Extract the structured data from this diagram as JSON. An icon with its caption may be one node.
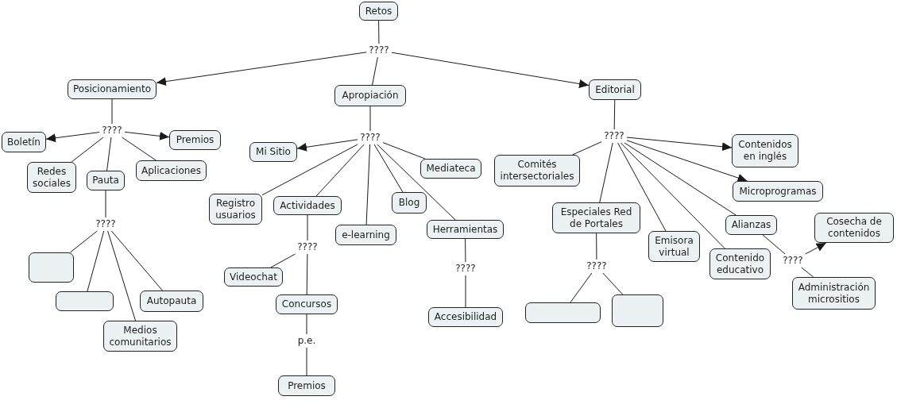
{
  "diagram": {
    "nodes": [
      {
        "text": [
          "Retos"
        ]
      },
      {
        "text": [
          "????"
        ]
      },
      {
        "text": [
          "Posicionamiento"
        ]
      },
      {
        "text": [
          "Apropiación"
        ]
      },
      {
        "text": [
          "Editorial"
        ]
      },
      {
        "text": [
          "????"
        ]
      },
      {
        "text": [
          "Boletín"
        ]
      },
      {
        "text": [
          "Premios"
        ]
      },
      {
        "text": [
          "Redes sociales"
        ]
      },
      {
        "text": [
          "Pauta"
        ]
      },
      {
        "text": [
          "Aplicaciones"
        ]
      },
      {
        "text": [
          "????"
        ]
      },
      {
        "text": [],
        "shape": "box"
      },
      {
        "text": [],
        "shape": "box"
      },
      {
        "text": [
          "Medios comunitarios"
        ]
      },
      {
        "text": [
          "Autopauta"
        ]
      },
      {
        "text": [
          "????"
        ]
      },
      {
        "text": [
          "Mi Sitio"
        ]
      },
      {
        "text": [
          "Mediateca"
        ]
      },
      {
        "text": [
          "Registro usuarios"
        ]
      },
      {
        "text": [
          "Actividades"
        ]
      },
      {
        "text": [
          "Blog"
        ]
      },
      {
        "text": [
          "e-learning"
        ]
      },
      {
        "text": [
          "Herramientas"
        ]
      },
      {
        "text": [
          "????"
        ]
      },
      {
        "text": [
          "Videochat"
        ]
      },
      {
        "text": [
          "Concursos"
        ]
      },
      {
        "text": [
          "p.e."
        ]
      },
      {
        "text": [
          "Premios"
        ]
      },
      {
        "text": [
          "????"
        ]
      },
      {
        "text": [
          "Accesibilidad"
        ]
      },
      {
        "text": [
          "????"
        ]
      },
      {
        "text": [
          "Comités intersectoriales"
        ]
      },
      {
        "text": [
          "Contenidos en inglés"
        ]
      },
      {
        "text": [
          "Microprogramas"
        ]
      },
      {
        "text": [
          "Especiales Red de Portales"
        ]
      },
      {
        "text": [
          "Emisora virtual"
        ]
      },
      {
        "text": [
          "Contenido educativo"
        ]
      },
      {
        "text": [
          "Alianzas"
        ]
      },
      {
        "text": [
          "????"
        ]
      },
      {
        "text": [
          "Cosecha de contenidos"
        ]
      },
      {
        "text": [
          "Administración micrositios"
        ]
      },
      {
        "text": [
          "????"
        ]
      },
      {
        "text": [],
        "shape": "box"
      },
      {
        "text": [],
        "shape": "box"
      }
    ],
    "edges": [
      {
        "from": 0,
        "to": 1,
        "arrow": "none"
      },
      {
        "from": 1,
        "to": 2,
        "arrow": "to"
      },
      {
        "from": 1,
        "to": 3,
        "arrow": "none"
      },
      {
        "from": 1,
        "to": 4,
        "arrow": "to"
      },
      {
        "from": 2,
        "to": 5,
        "arrow": "none"
      },
      {
        "from": 5,
        "to": 6,
        "arrow": "to"
      },
      {
        "from": 5,
        "to": 7,
        "arrow": "to"
      },
      {
        "from": 5,
        "to": 8,
        "arrow": "none"
      },
      {
        "from": 5,
        "to": 9,
        "arrow": "none"
      },
      {
        "from": 5,
        "to": 10,
        "arrow": "none"
      },
      {
        "from": 9,
        "to": 11,
        "arrow": "none"
      },
      {
        "from": 11,
        "to": 12,
        "arrow": "none"
      },
      {
        "from": 11,
        "to": 13,
        "arrow": "none"
      },
      {
        "from": 11,
        "to": 14,
        "arrow": "none"
      },
      {
        "from": 11,
        "to": 15,
        "arrow": "none"
      },
      {
        "from": 3,
        "to": 16,
        "arrow": "none"
      },
      {
        "from": 16,
        "to": 17,
        "arrow": "to"
      },
      {
        "from": 16,
        "to": 19,
        "arrow": "none"
      },
      {
        "from": 16,
        "to": 20,
        "arrow": "none"
      },
      {
        "from": 16,
        "to": 22,
        "arrow": "none"
      },
      {
        "from": 16,
        "to": 21,
        "arrow": "none"
      },
      {
        "from": 16,
        "to": 23,
        "arrow": "none"
      },
      {
        "from": 16,
        "to": 18,
        "arrow": "none"
      },
      {
        "from": 20,
        "to": 24,
        "arrow": "none"
      },
      {
        "from": 24,
        "to": 25,
        "arrow": "none"
      },
      {
        "from": 24,
        "to": 26,
        "arrow": "none"
      },
      {
        "from": 26,
        "to": 27,
        "arrow": "none"
      },
      {
        "from": 27,
        "to": 28,
        "arrow": "none"
      },
      {
        "from": 23,
        "to": 29,
        "arrow": "none"
      },
      {
        "from": 29,
        "to": 30,
        "arrow": "none"
      },
      {
        "from": 4,
        "to": 31,
        "arrow": "none"
      },
      {
        "from": 31,
        "to": 32,
        "arrow": "none"
      },
      {
        "from": 31,
        "to": 33,
        "arrow": "to"
      },
      {
        "from": 31,
        "to": 34,
        "arrow": "to"
      },
      {
        "from": 31,
        "to": 35,
        "arrow": "none"
      },
      {
        "from": 31,
        "to": 36,
        "arrow": "none"
      },
      {
        "from": 31,
        "to": 37,
        "arrow": "none"
      },
      {
        "from": 31,
        "to": 38,
        "arrow": "none"
      },
      {
        "from": 35,
        "to": 42,
        "arrow": "none"
      },
      {
        "from": 42,
        "to": 43,
        "arrow": "none"
      },
      {
        "from": 42,
        "to": 44,
        "arrow": "none"
      },
      {
        "from": 38,
        "to": 39,
        "arrow": "none"
      },
      {
        "from": 39,
        "to": 40,
        "arrow": "to"
      },
      {
        "from": 41,
        "to": 39,
        "arrow": "none"
      }
    ]
  }
}
